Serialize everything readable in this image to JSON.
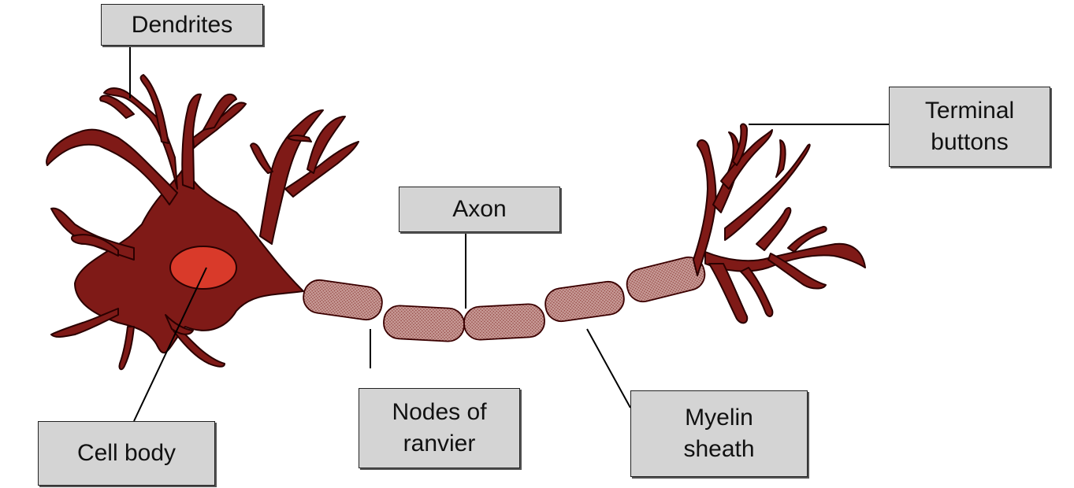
{
  "labels": {
    "dendrites": "Dendrites",
    "terminal_line1": "Terminal",
    "terminal_line2": "buttons",
    "axon": "Axon",
    "nodes_line1": "Nodes of",
    "nodes_line2": "ranvier",
    "myelin_line1": "Myelin",
    "myelin_line2": "sheath",
    "cell_body": "Cell body"
  },
  "colors": {
    "neuron": "#7f1a17",
    "nucleus": "#d93a2a",
    "myelin": "#c79a96",
    "label_bg": "#d4d4d4"
  }
}
